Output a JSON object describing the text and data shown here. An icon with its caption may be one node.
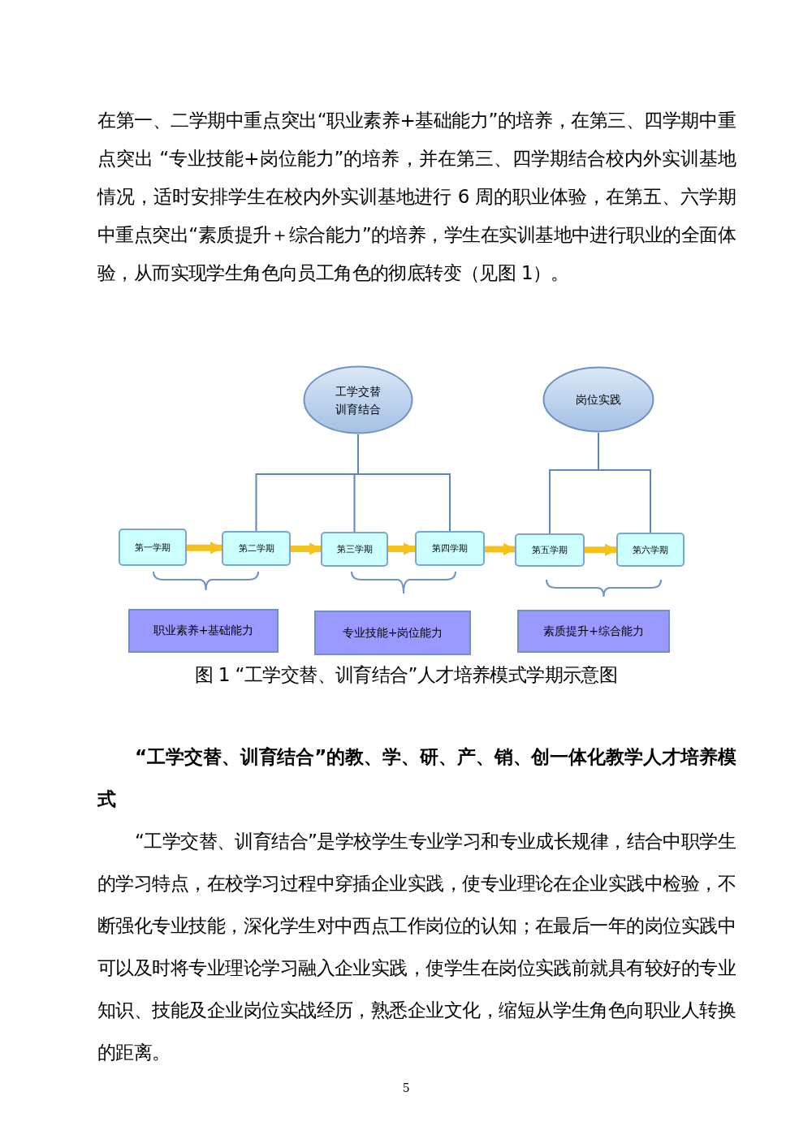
{
  "diagram": {
    "caption": "图 1 “工学交替、训育结合”人才培养模式学期示意图",
    "nodes": [
      {
        "text": [
          "工学交替训育结合"
        ]
      },
      {
        "text": [
          "岗位实践"
        ]
      },
      {
        "text": [
          "第一学期"
        ]
      },
      {
        "text": [
          "第二学期"
        ]
      },
      {
        "text": [
          "第三学期"
        ]
      },
      {
        "text": [
          "第四学期"
        ]
      },
      {
        "text": [
          "第五学期"
        ]
      },
      {
        "text": [
          "第六学期"
        ]
      },
      {
        "text": [
          "职业素养+基础能力"
        ]
      },
      {
        "text": [
          "专业技能+岗位能力"
        ]
      },
      {
        "text": [
          "素质提升+综合能力"
        ]
      }
    ],
    "edges": [
      {
        "from": 0,
        "to": 3,
        "arrow": "none"
      },
      {
        "from": 0,
        "to": 4,
        "arrow": "none"
      },
      {
        "from": 0,
        "to": 5,
        "arrow": "none"
      },
      {
        "from": 1,
        "to": 6,
        "arrow": "none"
      },
      {
        "from": 1,
        "to": 7,
        "arrow": "none"
      },
      {
        "from": 2,
        "to": 3,
        "arrow": "to",
        "style": "thick",
        "color": "#f5c21a"
      },
      {
        "from": 3,
        "to": 4,
        "arrow": "to",
        "style": "thick",
        "color": "#f5c21a"
      },
      {
        "from": 4,
        "to": 5,
        "arrow": "to",
        "style": "thick",
        "color": "#f5c21a"
      },
      {
        "from": 5,
        "to": 6,
        "arrow": "to",
        "style": "thick",
        "color": "#f5c21a"
      },
      {
        "from": 6,
        "to": 7,
        "arrow": "to",
        "style": "thick",
        "color": "#f5c21a"
      }
    ],
    "labels": [
      "在第一、二学期中重点突出“职业素养+基础能力”的培养，在第三、四学期中重点突出 “专业技能+岗位能力”的培养，并在第三、四学期结合校内外实训基地情况，适时安排学生在校内外实训基地进行 6 周的职业体验，在第五、六学期中重点突出“素质提升＋综合能力”的培养，学生在实训基地中进行职业的全面体验，从而实现学生角色向员工角色的彻底转变（见图 1）。",
      "“工学交替、训育结合”的教、学、研、产、销、创一体化教学人才培养模式",
      "“工学交替、训育结合”是学校学生专业学习和专业成长规律，结合中职学生的学习特点，在校学习过程中穿插企业实践，使专业理论在企业实践中检验，不断强化专业技能，深化学生对中西点工作岗位的认知；在最后一年的岗位实践中可以及时将专业理论学习融入企业实践，使学生在岗位实践前就具有较好的专业知识、技能及企业岗位实战经历，熟悉企业文化，缩短从学生角色向职业人转换的距离。",
      "5"
    ]
  }
}
